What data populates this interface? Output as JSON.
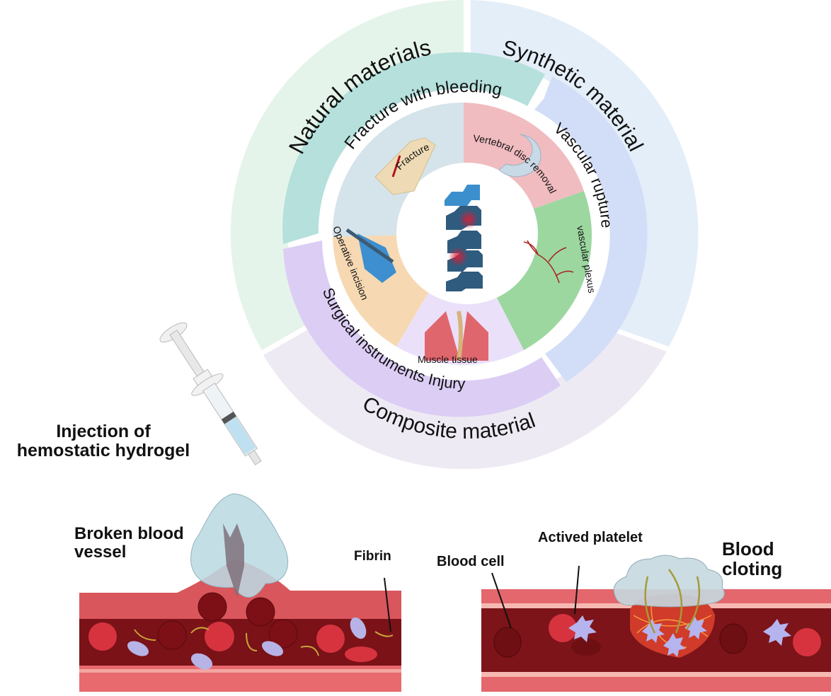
{
  "wheel": {
    "center_icon": "spine-vertebrae-icon",
    "outer_ring": [
      {
        "label": "Natural materials",
        "color": "#e5f4ea"
      },
      {
        "label": "Synthetic material",
        "color": "#e4eef8"
      },
      {
        "label": "Composite material",
        "color": "#eeeaf4"
      }
    ],
    "middle_ring": [
      {
        "label": "Fracture with bleeding",
        "color": "#b5e0dc"
      },
      {
        "label": "Vascular rupture",
        "color": "#d2def7"
      },
      {
        "label": "Surgical instruments Injury",
        "color": "#dccdf5"
      }
    ],
    "inner_ring": [
      {
        "label": "Fracture",
        "icon": "fractured-bone-icon",
        "color": "#d5e3ea"
      },
      {
        "label": "Vertebral disc removal",
        "icon": "vertebral-disc-icon",
        "color": "#f0bcc0"
      },
      {
        "label": "vascular plexus",
        "icon": "blood-vessel-icon",
        "color": "#9cd7a0"
      },
      {
        "label": "Muscle tissue",
        "icon": "spine-muscle-icon",
        "color": "#ebe0fa"
      },
      {
        "label": "Operative incision",
        "icon": "scalpel-hand-icon",
        "color": "#f6d9b3"
      }
    ]
  },
  "injection": {
    "label_line1": "Injection of",
    "label_line2": "hemostatic hydrogel",
    "icon": "syringe-icon"
  },
  "left_panel": {
    "title_line1": "Broken blood",
    "title_line2": "vessel",
    "fibrin_label": "Fibrin"
  },
  "right_panel": {
    "blood_cell_label": "Blood cell",
    "platelet_label": "Actived platelet",
    "title_line1": "Blood",
    "title_line2": "cloting"
  }
}
